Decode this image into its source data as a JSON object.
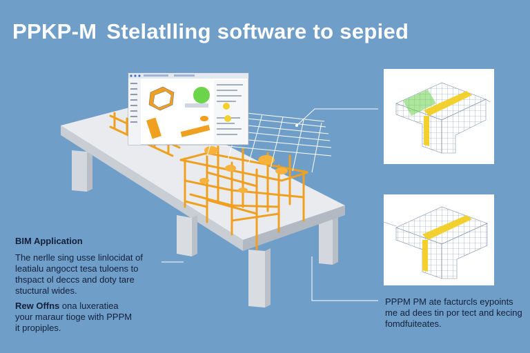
{
  "header": {
    "brand": "PPKP-M",
    "tagline": "Stelatlling software to sepied"
  },
  "bim": {
    "heading": "BIM Application",
    "lines": [
      "The nerlle sing usse linlocidat of",
      "leatialu angocct tesa tuloens to",
      "thspact ol deccs and doty tare",
      "stuctural wides."
    ]
  },
  "review": {
    "heading": "Rew Offns",
    "heading_rest": "ona luxeratiea",
    "lines": [
      "your maraur tioge with PPPM",
      "it propiples."
    ]
  },
  "callout": {
    "lines": [
      "PPPM PM ate facturcls eypoints",
      "me ad dees tin por tect and kecing",
      "fomdfuiteates."
    ]
  },
  "colors": {
    "background": "#6f9ec9",
    "steel": "#f0a020",
    "highlight": "#f2d12e",
    "green": "#6cd44a"
  }
}
